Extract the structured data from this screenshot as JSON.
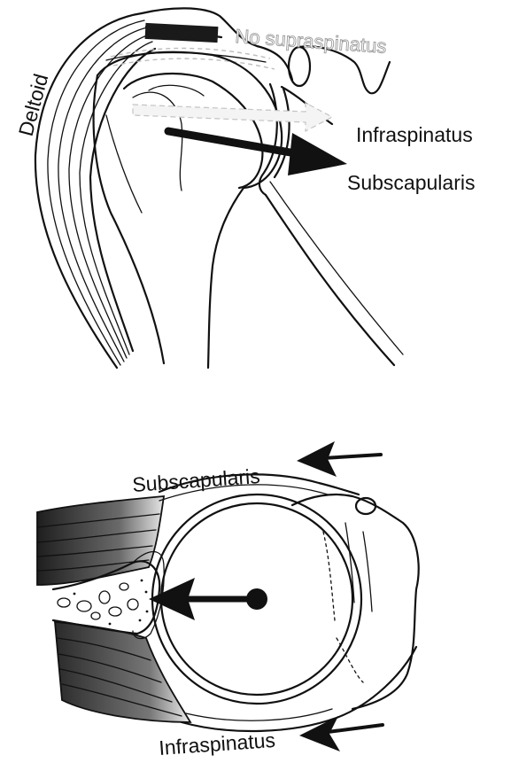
{
  "upper_view": {
    "labels": {
      "deltoid": "Deltoid",
      "no_supraspinatus": "No supraspinatus",
      "infraspinatus": "Infraspinatus",
      "subscapularis": "Subscapularis"
    }
  },
  "lower_view": {
    "labels": {
      "subscapularis": "Subscapularis",
      "infraspinatus": "Infraspinatus"
    }
  },
  "colors": {
    "ink": "#111111",
    "ghost": "#bdbdbd",
    "muscle_dark": "#2e2e2e",
    "muscle_light": "#d9d9d9"
  }
}
